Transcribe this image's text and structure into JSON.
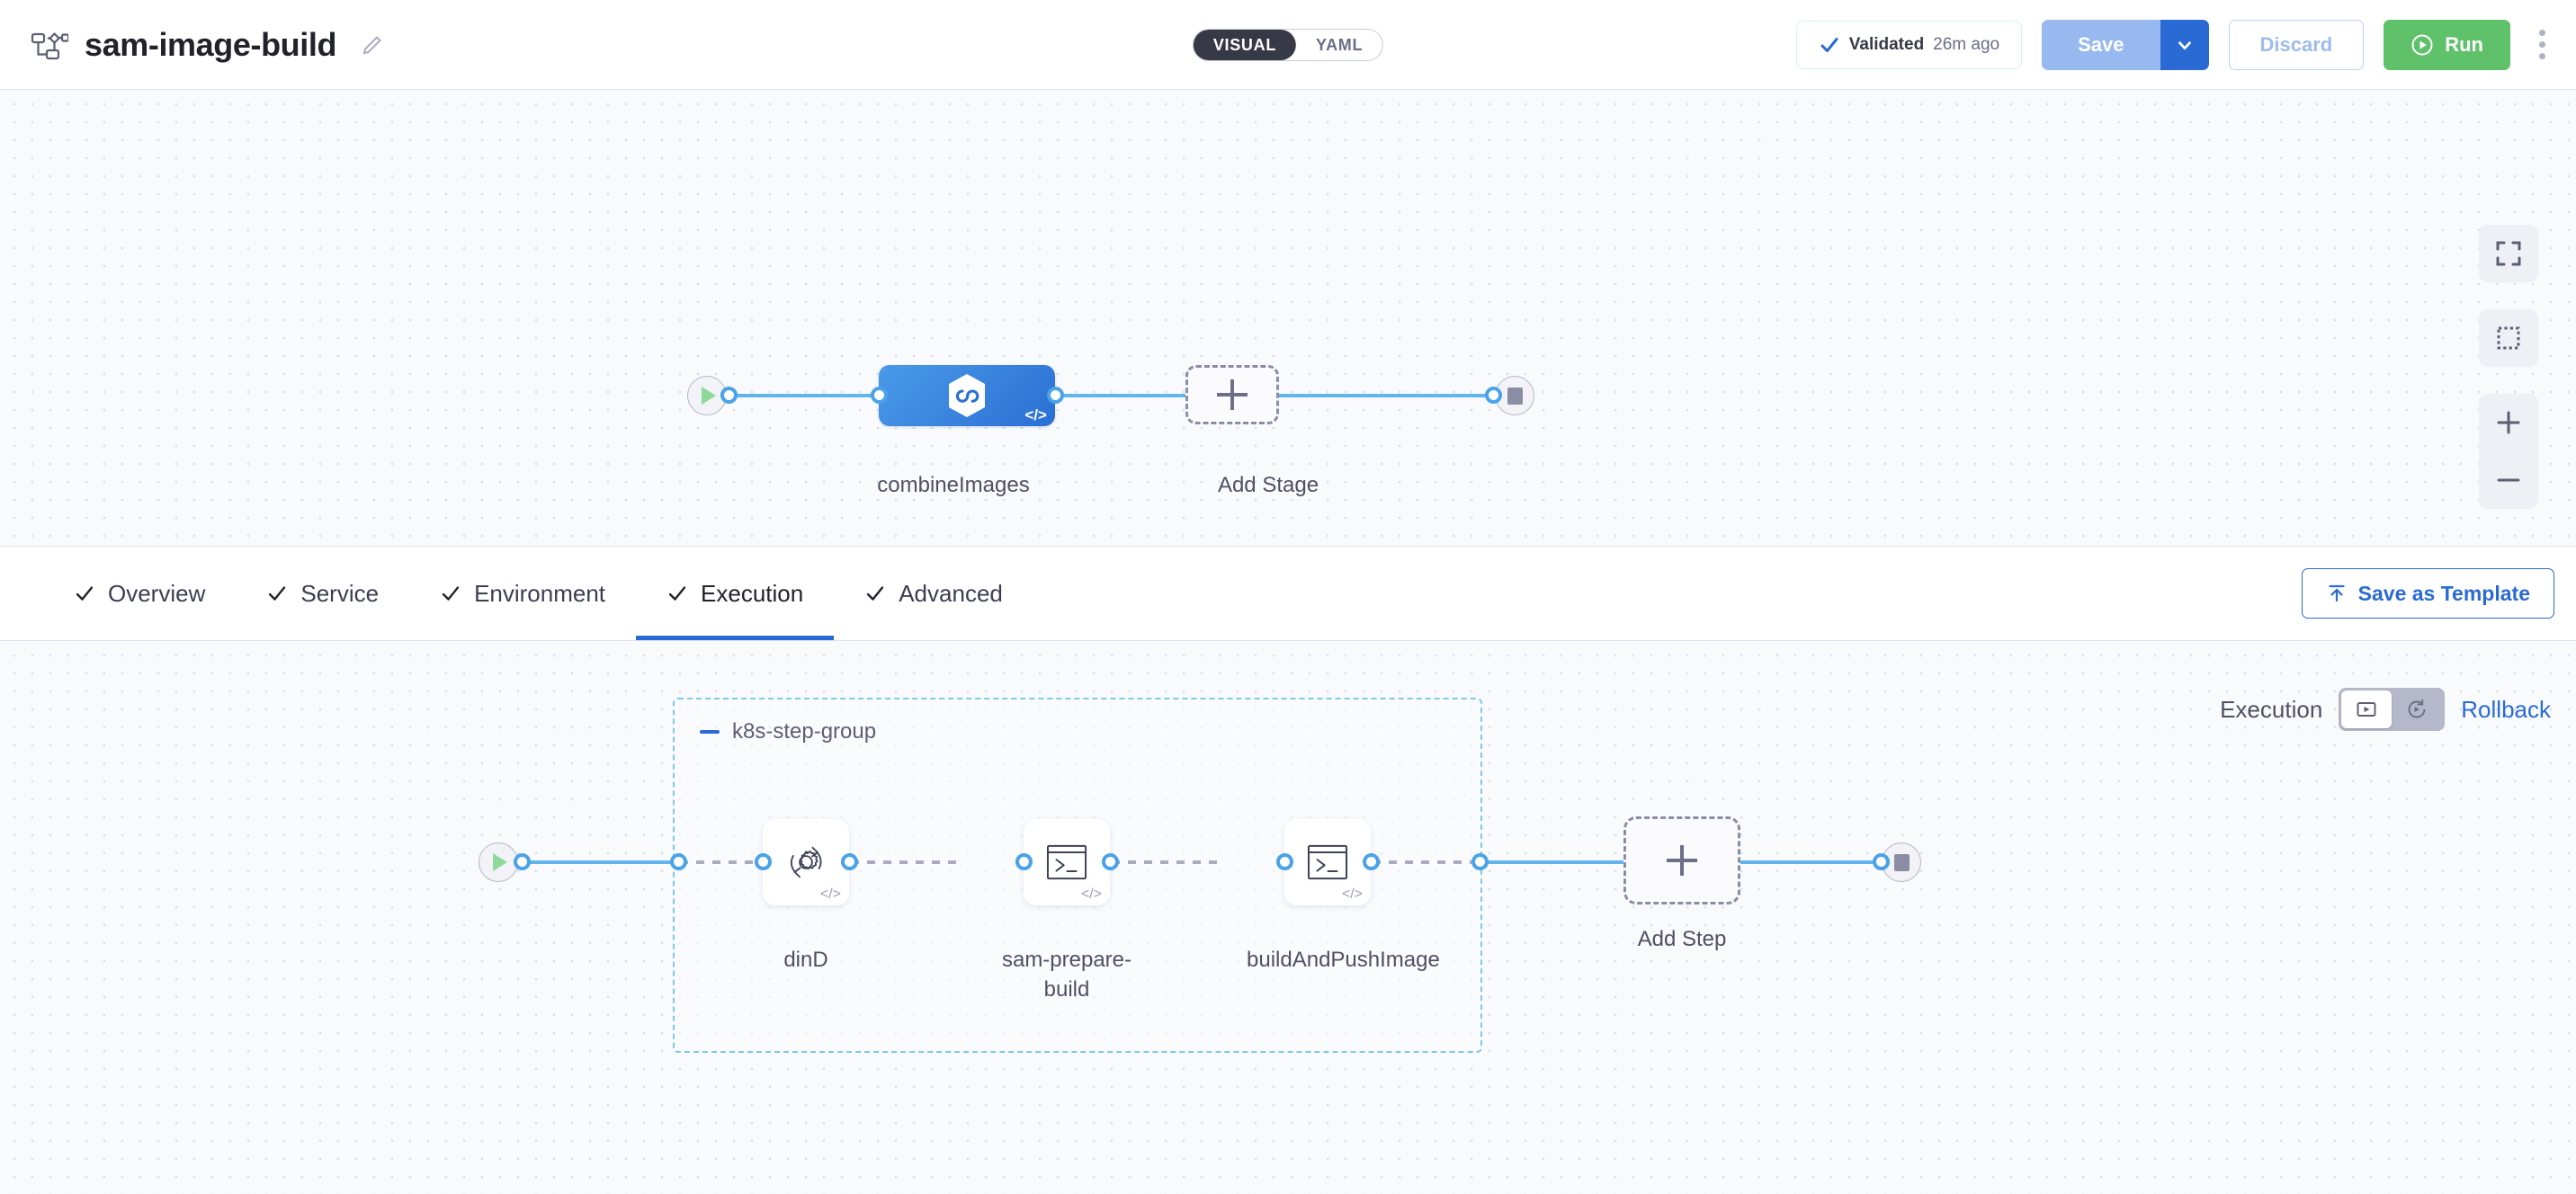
{
  "header": {
    "pipeline_icon": "pipeline-flow-icon",
    "title": "sam-image-build",
    "edit_icon": "pencil-edit-icon",
    "view_toggle": {
      "options": [
        "VISUAL",
        "YAML"
      ],
      "selected": "VISUAL"
    },
    "validation": {
      "icon": "check-icon",
      "label": "Validated",
      "time": "26m ago"
    },
    "save": {
      "label": "Save",
      "caret_icon": "chevron-down-icon"
    },
    "discard": {
      "label": "Discard"
    },
    "run": {
      "label": "Run",
      "icon": "play-circle-icon"
    },
    "more_menu_icon": "kebab-menu-icon"
  },
  "stage_canvas": {
    "start_node": {
      "icon": "play-icon",
      "name": "pipeline-start"
    },
    "end_node": {
      "icon": "stop-icon",
      "name": "pipeline-end"
    },
    "stages": [
      {
        "label": "combineImages",
        "icon": "harness-hexagon-icon",
        "badge": "</>",
        "type": "deploy"
      }
    ],
    "add_stage": {
      "label": "Add Stage",
      "icon": "plus-icon"
    }
  },
  "canvas_controls": [
    {
      "name": "fit-to-screen-button",
      "icon": "expand-icon"
    },
    {
      "name": "zoom-to-selection-button",
      "icon": "dashed-square-icon"
    },
    {
      "name": "zoom-in-button",
      "icon": "plus-icon"
    },
    {
      "name": "zoom-out-button",
      "icon": "minus-icon"
    }
  ],
  "tabbar": {
    "tabs": [
      {
        "label": "Overview",
        "icon": "check-icon",
        "active": false
      },
      {
        "label": "Service",
        "icon": "check-icon",
        "active": false
      },
      {
        "label": "Environment",
        "icon": "check-icon",
        "active": false
      },
      {
        "label": "Execution",
        "icon": "check-icon",
        "active": true
      },
      {
        "label": "Advanced",
        "icon": "check-icon",
        "active": false
      }
    ],
    "save_as_template": {
      "label": "Save as Template",
      "icon": "template-upload-icon"
    }
  },
  "exec_canvas": {
    "start_node": {
      "icon": "play-icon",
      "name": "execution-start"
    },
    "end_node": {
      "icon": "stop-icon",
      "name": "execution-end"
    },
    "step_group": {
      "title": "k8s-step-group",
      "collapse_icon": "minus-collapse-icon",
      "steps": [
        {
          "label": "dinD",
          "icon": "gear-refresh-icon",
          "badge": "</>"
        },
        {
          "label": "sam-prepare-build",
          "icon": "terminal-icon",
          "badge": "</>"
        },
        {
          "label": "buildAndPushImage",
          "icon": "terminal-icon",
          "badge": "</>"
        }
      ]
    },
    "add_step": {
      "label": "Add Step",
      "icon": "plus-icon"
    },
    "mode_toggle": {
      "left_label": "Execution",
      "right_label": "Rollback",
      "options": [
        {
          "name": "execution-mode",
          "icon": "play-box-icon",
          "selected": true
        },
        {
          "name": "rollback-mode",
          "icon": "rollback-circle-icon",
          "selected": false
        }
      ]
    }
  },
  "colors": {
    "accent_blue": "#2a6ad4",
    "link_blue": "#62b5ec",
    "run_green": "#5fc26a",
    "canvas_bg": "#f9fafc",
    "group_border": "#7ec8ea"
  }
}
